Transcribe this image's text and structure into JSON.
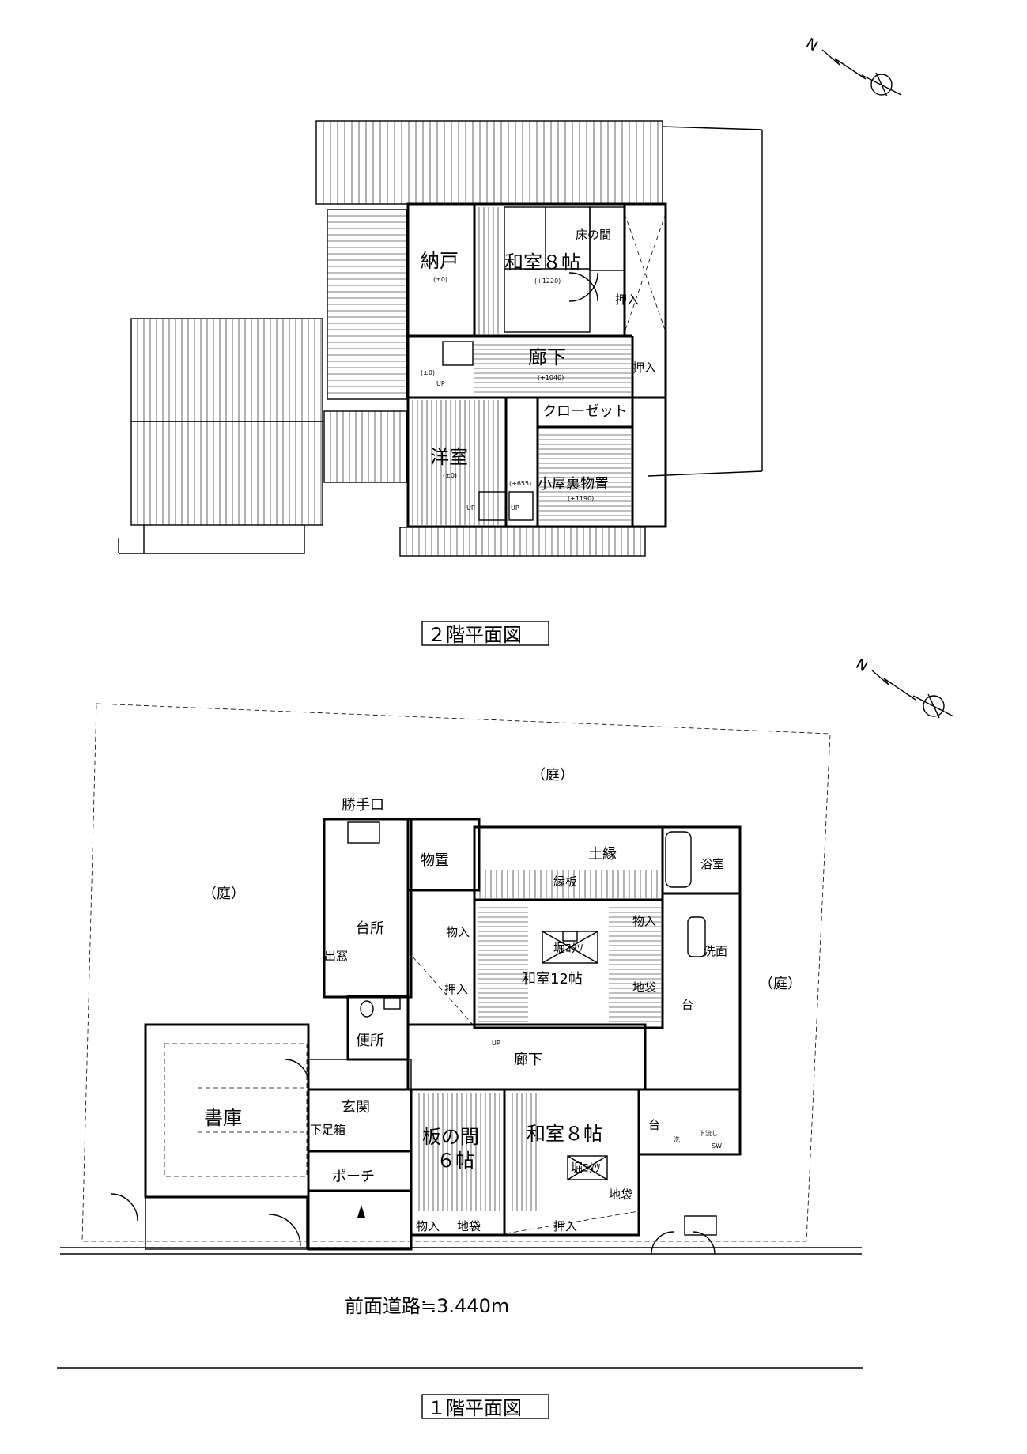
{
  "upper_plan": {
    "caption": "２階平面図",
    "rooms": {
      "nando": "納戸",
      "nando_level": "(±0)",
      "washitsu8": "和室８帖",
      "washitsu8_level": "(+1220)",
      "tokonoma": "床の間",
      "oshiire_a": "押入",
      "rouka": "廊下",
      "rouka_level": "(+1040)",
      "oshiire_b": "押入",
      "closet": "クローゼット",
      "youshitsu": "洋室",
      "youshitsu_level": "(±0)",
      "koyaura": "小屋裏物置",
      "koyaura_level": "(+1190)",
      "step_level_a": "(±0)",
      "step_level_b": "(+655)",
      "up_a": "UP",
      "up_b": "UP",
      "up_c": "UP"
    }
  },
  "lower_plan": {
    "caption": "１階平面図",
    "road": "前面道路≒3.440m",
    "rooms": {
      "niwa_top": "（庭）",
      "niwa_left": "（庭）",
      "niwa_right": "（庭）",
      "katteguchi": "勝手口",
      "monooki": "物置",
      "doen": "土縁",
      "enita": "縁板",
      "yokushitsu": "浴室",
      "daidokoro": "台所",
      "demado": "出窓",
      "monoire_a": "物入",
      "monoire_b": "物入",
      "monoire_c": "物入",
      "horikotatsu_a": "堀ｺﾀﾂ",
      "washitsu12": "和室12帖",
      "oshiire_c": "押入",
      "jibukuro_a": "地袋",
      "jibukuro_b": "地袋",
      "jibukuro_c": "地袋",
      "senmen": "洗面",
      "dai_a": "台",
      "dai_b": "台",
      "benjo": "便所",
      "rouka": "廊下",
      "up": "UP",
      "shoko": "書庫",
      "genkan": "玄関",
      "getabako": "下足箱",
      "porch": "ポーチ",
      "itanoma_a": "板の間",
      "itanoma_b": "６帖",
      "washitsu8": "和室８帖",
      "horikotatsu_b": "堀ｺﾀﾂ",
      "oshiire_d": "押入",
      "sen": "洗",
      "shitanagashi": "下流し",
      "sw": "SW"
    }
  }
}
